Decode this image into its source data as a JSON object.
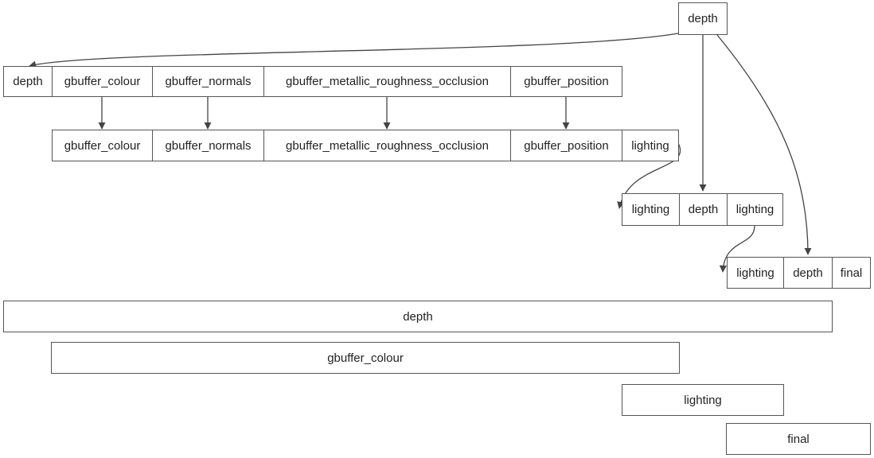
{
  "source_node": {
    "label": "depth"
  },
  "pass1": [
    "depth",
    "gbuffer_colour",
    "gbuffer_normals",
    "gbuffer_metallic_roughness_occlusion",
    "gbuffer_position"
  ],
  "pass2": [
    "gbuffer_colour",
    "gbuffer_normals",
    "gbuffer_metallic_roughness_occlusion",
    "gbuffer_position",
    "lighting"
  ],
  "pass3": [
    "lighting",
    "depth",
    "lighting"
  ],
  "pass4": [
    "lighting",
    "depth",
    "final"
  ],
  "lifetimes": [
    "depth",
    "gbuffer_colour",
    "lighting",
    "final"
  ]
}
